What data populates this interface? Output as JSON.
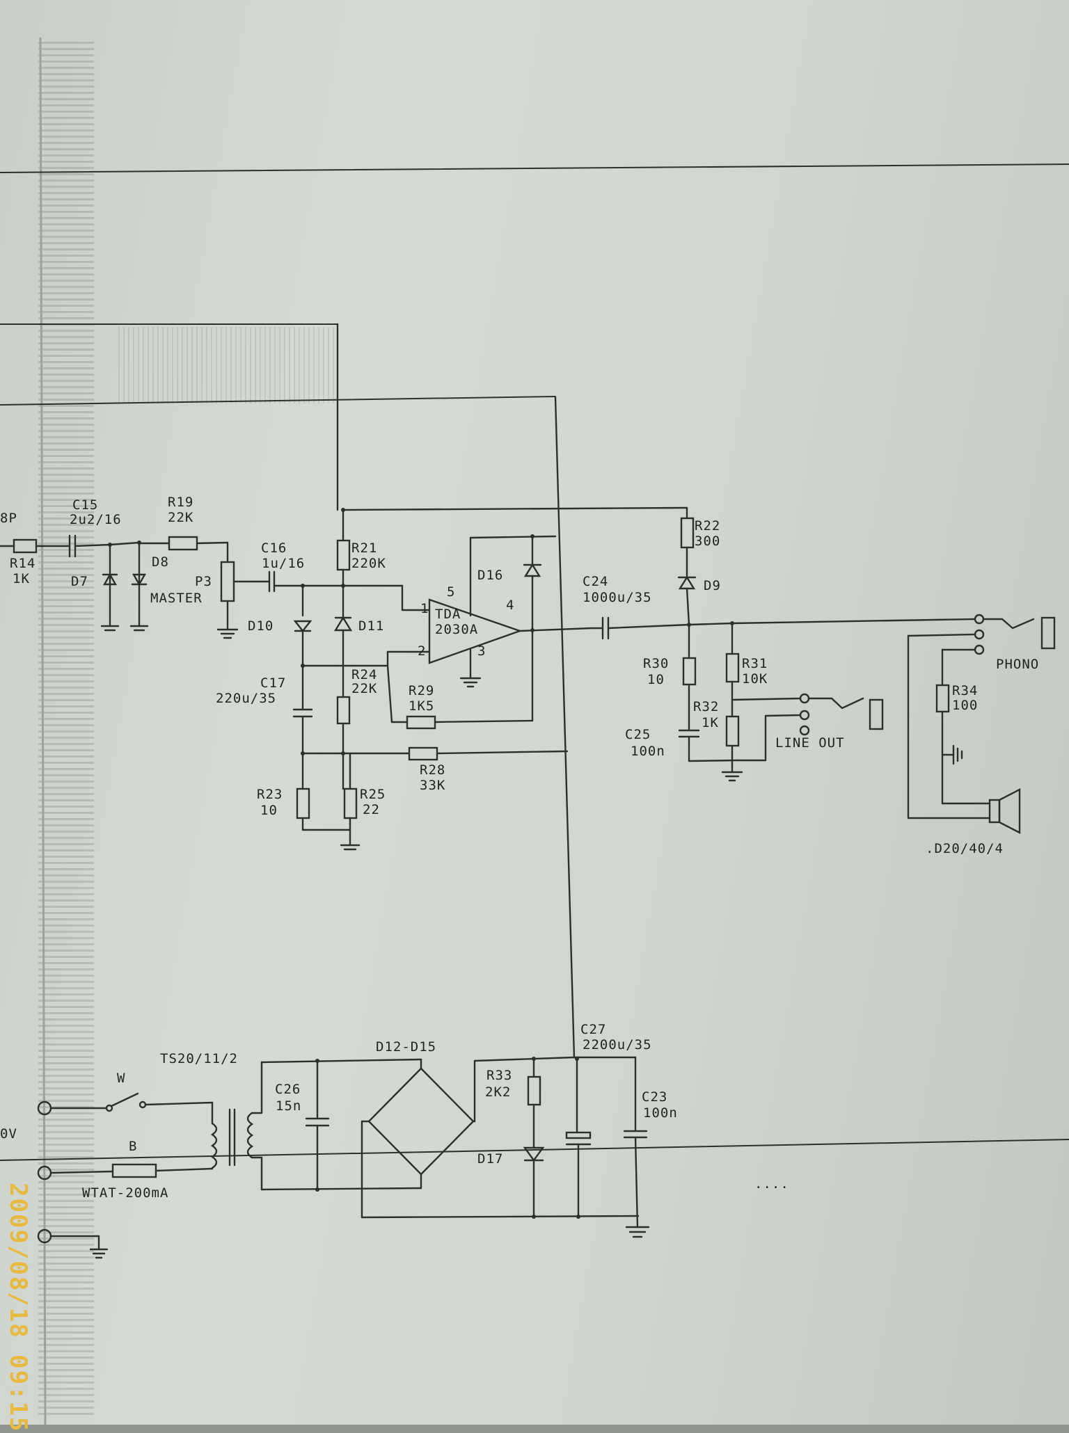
{
  "labels": {
    "r18": "8P",
    "r14": "R14",
    "r14v": "1K",
    "c15": "C15",
    "c15v": "2u2/16",
    "r19": "R19",
    "r19v": "22K",
    "d7": "D7",
    "d8": "D8",
    "p3": "P3",
    "master": "MASTER",
    "c16": "C16",
    "c16v": "1u/16",
    "d10": "D10",
    "r21": "R21",
    "r21v": "220K",
    "d11": "D11",
    "c17": "C17",
    "c17v": "220u/35",
    "r24": "R24",
    "r24v": "22K",
    "tda": "TDA",
    "tdav": "2030A",
    "pin1": "1",
    "pin2": "2",
    "pin3": "3",
    "pin4": "4",
    "pin5": "5",
    "d16": "D16",
    "r29": "R29",
    "r29v": "1K5",
    "r28": "R28",
    "r28v": "33K",
    "r23": "R23",
    "r23v": "10",
    "r25": "R25",
    "r25v": "22",
    "r22": "R22",
    "r22v": "300",
    "d9": "D9",
    "c24": "C24",
    "c24v": "1000u/35",
    "r30": "R30",
    "r30v": "10",
    "r31": "R31",
    "r31v": "10K",
    "r32": "R32",
    "r32v": "1K",
    "c25": "C25",
    "c25v": "100n",
    "lineout": "LINE OUT",
    "phono": "PHONO",
    "r34": "R34",
    "r34v": "100",
    "speaker": ".D20/40/4",
    "ts": "TS20/11/2",
    "sw": "W",
    "fuse_b": "B",
    "fuse": "WTAT-200mA",
    "c26": "C26",
    "c26v": "15n",
    "bridge": "D12-D15",
    "r33": "R33",
    "r33v": "2K2",
    "d17": "D17",
    "c27": "C27",
    "c27v": "2200u/35",
    "c23": "C23",
    "c23v": "100n",
    "ov": "0V",
    "dots": "...."
  },
  "timestamp": "2009/08/18 09:15"
}
